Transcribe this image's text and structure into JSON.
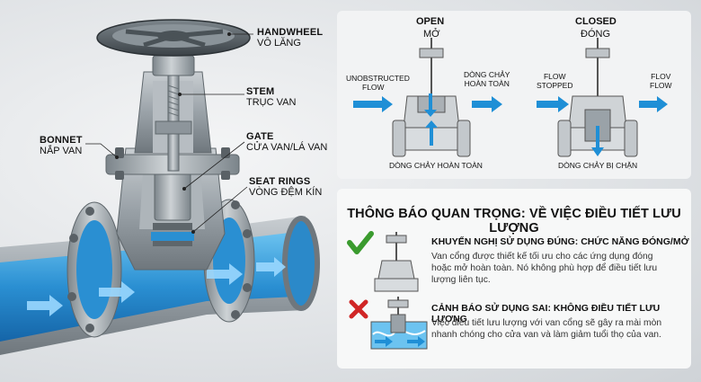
{
  "labels": {
    "handwheel": {
      "en": "HANDWHEEL",
      "vi": "VÔ LĂNG"
    },
    "stem": {
      "en": "STEM",
      "vi": "TRỤC VAN"
    },
    "bonnet": {
      "en": "BONNET",
      "vi": "NẮP VAN"
    },
    "gate": {
      "en": "GATE",
      "vi": "CỬA VAN/LÁ VAN"
    },
    "seat_rings": {
      "en": "SEAT RINGS",
      "vi": "VÒNG ĐỆM KÍN"
    }
  },
  "states": {
    "open": {
      "title": "OPEN",
      "title_vi": "MỞ",
      "left_en_1": "UNOBSTRUCTED",
      "left_en_2": "FLOW",
      "right_vi_1": "DÒNG CHẢY",
      "right_vi_2": "HOÀN TOÀN",
      "bottom": "DÒNG CHẢY HOÀN TOÀN"
    },
    "closed": {
      "title": "CLOSED",
      "title_vi": "ĐÓNG",
      "left_1": "FLOW",
      "left_2": "STOPPED",
      "right_1": "FLOV",
      "right_2": "FLOW",
      "bottom": "DÒNG CHẢY BỊ CHẶN"
    }
  },
  "notice": {
    "title": "THÔNG BÁO QUAN TRỌNG: VỀ VIỆC ĐIỀU TIẾT LƯU LƯỢNG",
    "recommended": {
      "heading": "KHUYẾN NGHỊ SỬ DỤNG ĐÚNG: CHỨC NĂNG ĐÓNG/MỞ",
      "line1": "Van cổng được thiết kế tối ưu cho các ứng dụng đóng",
      "line2": "hoặc mở hoàn toàn. Nó không phù hợp để điều tiết lưu",
      "line3": "lượng liên tục.",
      "icon": "check-icon"
    },
    "warning": {
      "heading": "CẢNH BÁO SỬ DỤNG SAI: KHÔNG ĐIỀU TIẾT LƯU LƯỢNG",
      "line1": "Việc điều tiết lưu lượng với van cổng sẽ gây ra mài mòn",
      "line2": "nhanh chóng cho cửa van và làm giảm tuổi thọ của van.",
      "icon": "cross-icon"
    }
  },
  "colors": {
    "flow_blue": "#1f8fd6",
    "check_green": "#3a9b2e",
    "cross_red": "#d02626",
    "steel": "#9aa2a8"
  }
}
